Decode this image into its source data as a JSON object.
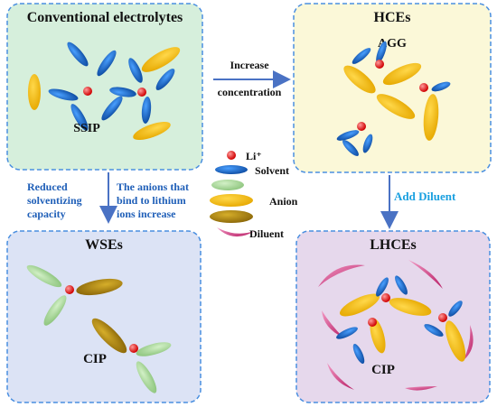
{
  "panels": {
    "conventional": {
      "title": "Conventional electrolytes",
      "species": "SSIP"
    },
    "hce": {
      "title": "HCEs",
      "species": "AGG"
    },
    "wse": {
      "title": "WSEs",
      "species": "CIP"
    },
    "lhce": {
      "title": "LHCEs",
      "species": "CIP"
    }
  },
  "arrows": {
    "increase": {
      "line1": "Increase",
      "line2": "concentration"
    },
    "reduced": {
      "line1": "Reduced",
      "line2": "solventizing",
      "line3": "capacity"
    },
    "anions": {
      "line1": "The anions that",
      "line2": "bind to lithium",
      "line3": "ions increase"
    },
    "diluent": {
      "label": "Add Diluent"
    }
  },
  "legend": {
    "li": "Li⁺",
    "solvent": "Solvent",
    "anion": "Anion",
    "diluent": "Diluent"
  },
  "colors": {
    "panel_green": "#d6efdc",
    "panel_yellow": "#fbf8d8",
    "panel_blue": "#dce3f5",
    "panel_purple": "#e6d8ec",
    "solvent_blue": "#1e6fc8",
    "solvent_green": "#a8d89a",
    "anion_yellow": "#f4bf0c",
    "anion_brown": "#b8900e",
    "li_red": "#e01a1a",
    "diluent_magenta": "#d8307a",
    "arrow": "#4a72c4"
  }
}
